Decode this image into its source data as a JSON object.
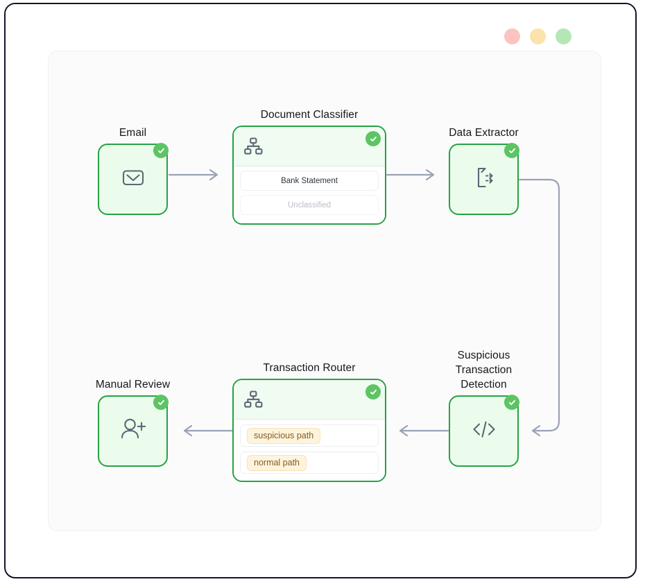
{
  "window": {
    "traffic_lights": [
      {
        "name": "close",
        "color": "#fbc4c0"
      },
      {
        "name": "minimize",
        "color": "#fbe3ab"
      },
      {
        "name": "maximize",
        "color": "#b3e8b6"
      }
    ]
  },
  "theme": {
    "node_border": "#25a244",
    "node_fill": "#ecfcec",
    "card_header_fill": "#f0fbf1",
    "edge_color": "#9aa1b4",
    "badge_green": "#5dc463",
    "pill_bg": "#fdf4dd",
    "pill_text": "#8a5a20",
    "icon_stroke": "#5b6675",
    "canvas_bg": "#fbfbfc"
  },
  "flow": {
    "nodes": [
      {
        "id": "email",
        "label": "Email",
        "type": "simple",
        "icon": "envelope-icon",
        "status": "success"
      },
      {
        "id": "document-classifier",
        "label": "Document Classifier",
        "type": "card",
        "icon": "hierarchy-icon",
        "status": "success",
        "rows": [
          {
            "text": "Bank Statement",
            "style": "normal"
          },
          {
            "text": "Unclassified",
            "style": "muted"
          }
        ]
      },
      {
        "id": "data-extractor",
        "label": "Data Extractor",
        "type": "simple",
        "icon": "document-extract-icon",
        "status": "success"
      },
      {
        "id": "suspicious-transaction-detection",
        "label": "Suspicious\nTransaction\nDetection",
        "type": "simple",
        "icon": "code-icon",
        "status": "success"
      },
      {
        "id": "transaction-router",
        "label": "Transaction Router",
        "type": "card",
        "icon": "hierarchy-icon",
        "status": "success",
        "rows": [
          {
            "text": "suspicious path",
            "style": "pill"
          },
          {
            "text": "normal path",
            "style": "pill"
          }
        ]
      },
      {
        "id": "manual-review",
        "label": "Manual Review",
        "type": "simple",
        "icon": "add-user-icon",
        "status": "success"
      }
    ],
    "edges": [
      {
        "from": "email",
        "to": "document-classifier"
      },
      {
        "from": "document-classifier",
        "to": "data-extractor"
      },
      {
        "from": "data-extractor",
        "to": "suspicious-transaction-detection"
      },
      {
        "from": "suspicious-transaction-detection",
        "to": "transaction-router"
      },
      {
        "from": "transaction-router",
        "to": "manual-review"
      }
    ]
  }
}
